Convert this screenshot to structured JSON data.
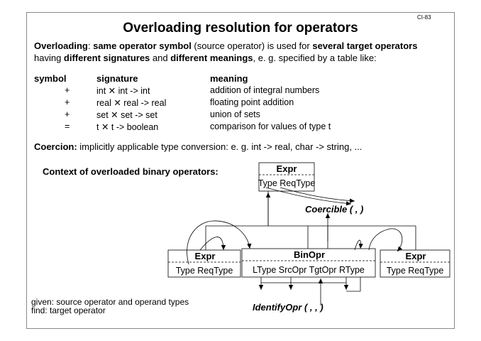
{
  "slide_code": "CI-83",
  "title": "Overloading resolution for operators",
  "intro": {
    "part1": "Overloading",
    "part2": ": ",
    "part3": "same operator symbol",
    "part4": " (source operator) is used for ",
    "part5": "several target operators",
    "part6": "having ",
    "part7": "different signatures",
    "part8": " and ",
    "part9": "different meanings",
    "part10": ", e. g. specified by a table like:"
  },
  "table": {
    "headers": [
      "symbol",
      "signature",
      "meaning"
    ],
    "rows": [
      {
        "symbol": "+",
        "signature": "int ✕ int -> int",
        "meaning": "addition of integral numbers"
      },
      {
        "symbol": "+",
        "signature": "real ✕ real -> real",
        "meaning": "floating point addition"
      },
      {
        "symbol": "+",
        "signature": "set ✕ set -> set",
        "meaning": "union of sets"
      },
      {
        "symbol": "=",
        "signature": "t ✕ t -> boolean",
        "meaning": "comparison for values of type t"
      }
    ]
  },
  "coercion": {
    "label": "Coercion:",
    "text": " implicitly applicable type conversion:  e. g.  int -> real, char -> string, ..."
  },
  "context_label": "Context of overloaded binary operators:",
  "diagram": {
    "top_box": {
      "name": "Expr",
      "attrs": "Type ReqType"
    },
    "left_box": {
      "name": "Expr",
      "attrs": "Type ReqType"
    },
    "center_box": {
      "name": "BinOpr",
      "attrs": "LType SrcOpr TgtOpr RType"
    },
    "right_box": {
      "name": "Expr",
      "attrs": "Type ReqType"
    },
    "coercible_label": "Coercible ( , )",
    "identify_label": "IdentifyOpr ( , , )"
  },
  "note": {
    "given": "given: source operator and operand types",
    "find": "find: target operator"
  }
}
